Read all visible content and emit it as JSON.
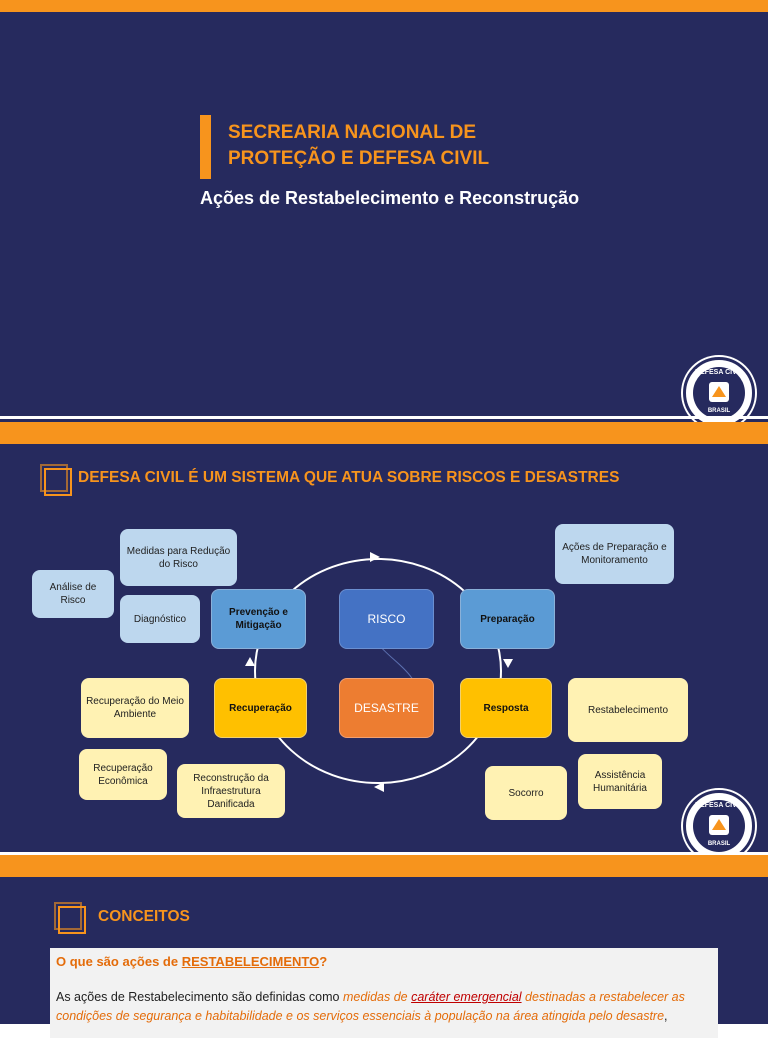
{
  "slide1": {
    "title": "SECREARIA NACIONAL DE PROTEÇÃO E DEFESA CIVIL",
    "subtitle": "Ações de Restabelecimento e Reconstrução"
  },
  "logo": {
    "top_text": "DEFESA CIVIL",
    "bottom_text": "BRASIL"
  },
  "slide2": {
    "heading": "DEFESA CIVIL É UM SISTEMA QUE ATUA SOBRE RISCOS E DESASTRES",
    "boxes": {
      "medidas": "Medidas para Redução do Risco",
      "analise": "Análise de Risco",
      "diagnostico": "Diagnóstico",
      "prevencao": "Prevenção e Mitigação",
      "risco": "RISCO",
      "preparacao": "Preparação",
      "acoes_prep": "Ações de Preparação e Monitoramento",
      "rec_meio": "Recuperação do Meio Ambiente",
      "recuperacao": "Recuperação",
      "desastre": "DESASTRE",
      "resposta": "Resposta",
      "restabelecimento": "Restabelecimento",
      "rec_econ": "Recuperação Econômica",
      "reconstrucao": "Reconstrução da Infraestrutura Danificada",
      "socorro": "Socorro",
      "assistencia": "Assistência Humanitária"
    }
  },
  "slide3": {
    "heading": "CONCEITOS",
    "question_prefix": "O que são ações de ",
    "question_term": "RESTABELECIMENTO",
    "question_suffix": "?",
    "para_1": "As ações de Restabelecimento são definidas como ",
    "para_2": "medidas de ",
    "para_3": "caráter emergencial",
    "para_4": " destinadas a restabelecer as condições de segurança e habitabilidade e os serviços essenciais à população na área atingida pelo desastre",
    "para_5": ","
  },
  "colors": {
    "navy": "#262a5e",
    "orange": "#f7941d"
  }
}
